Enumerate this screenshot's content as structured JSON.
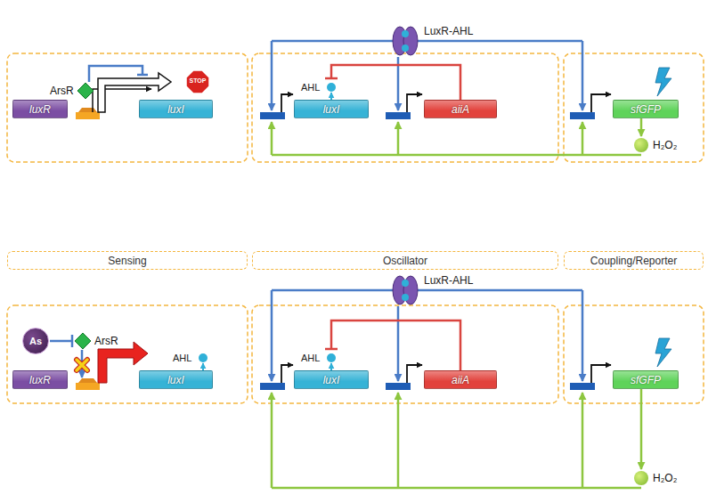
{
  "diagram": {
    "nodes": [
      {
        "text": [
          "luxR"
        ]
      },
      {
        "text": [
          "ArsR"
        ]
      },
      {
        "text": [
          "STOP"
        ]
      },
      {
        "text": [
          "luxI"
        ]
      },
      {
        "text": [
          "LuxR-AHL"
        ]
      },
      {
        "text": [
          "luxI"
        ]
      },
      {
        "text": [
          "aiiA"
        ]
      },
      {
        "text": [
          "sfGFP"
        ]
      },
      {
        "text": [
          "H₂O₂"
        ]
      },
      {
        "text": [
          "Sensing"
        ]
      },
      {
        "text": [
          "Oscillator"
        ]
      },
      {
        "text": [
          "Coupling/Reporter"
        ]
      },
      {
        "text": [
          "As"
        ]
      },
      {
        "text": [
          "ArsR"
        ]
      },
      {
        "text": [
          "luxR"
        ]
      },
      {
        "text": [
          "luxI"
        ]
      },
      {
        "text": [
          "LuxR-AHL"
        ]
      },
      {
        "text": [
          "luxI"
        ]
      },
      {
        "text": [
          "aiiA"
        ]
      },
      {
        "text": [
          "sfGFP"
        ]
      },
      {
        "text": [
          "H₂O₂"
        ]
      }
    ],
    "edges": [
      {
        "from": 7,
        "to": 8,
        "arrow": "to"
      },
      {
        "from": 19,
        "to": 20,
        "arrow": "to"
      },
      {
        "from": 12,
        "to": 13,
        "arrow": "to"
      }
    ],
    "labels": [
      "AHL",
      "AHL",
      "AHL"
    ]
  }
}
